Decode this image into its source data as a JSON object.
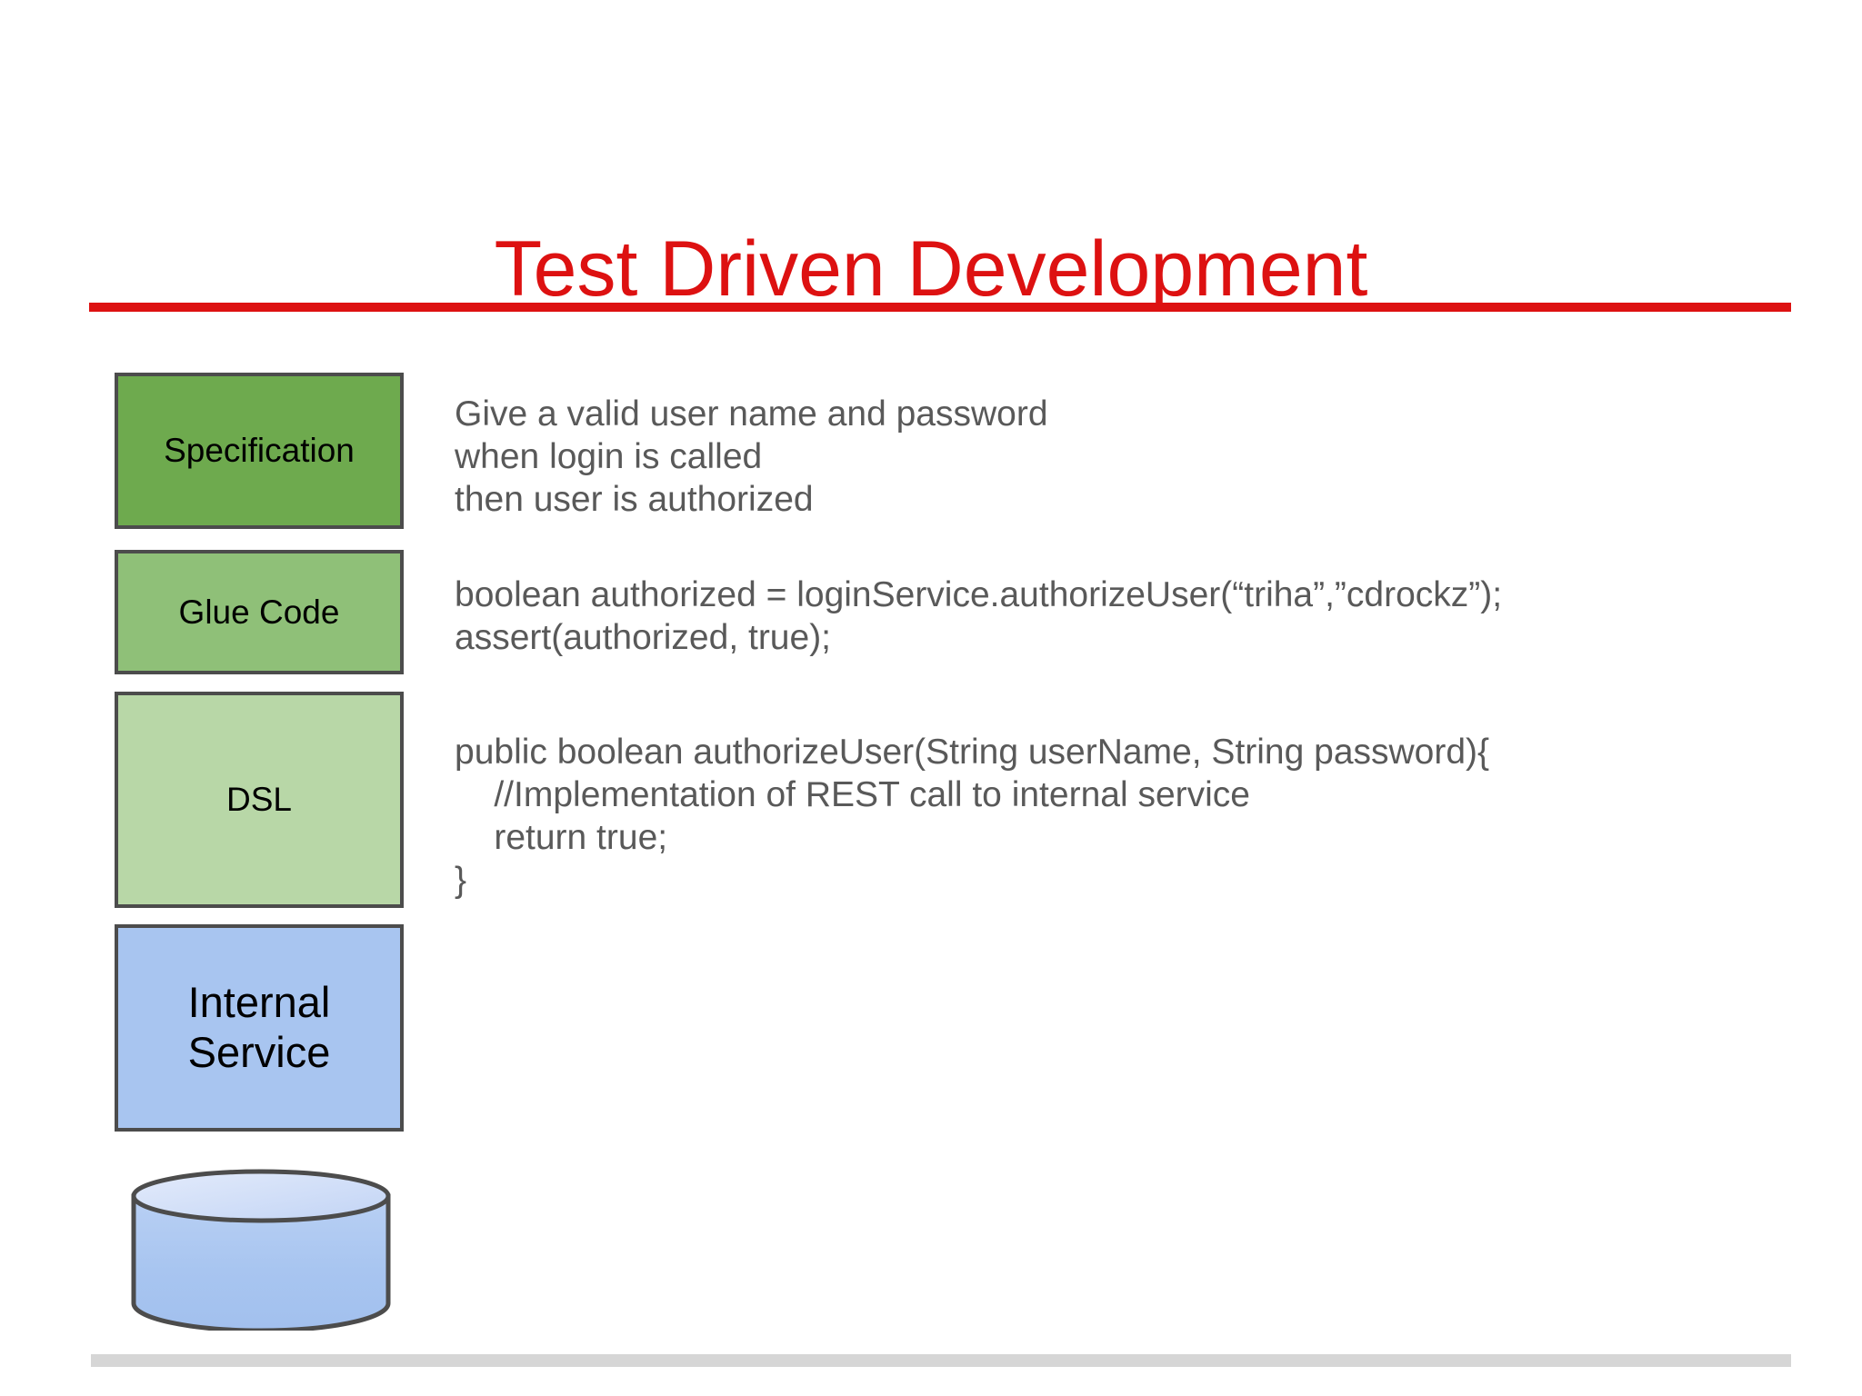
{
  "slide": {
    "title": "Test Driven Development",
    "accent_color": "#DD1111",
    "footer_bar_color": "#D6D6D6"
  },
  "layers": [
    {
      "name": "specification",
      "label": "Specification",
      "fill": "#6EAA4E",
      "stroke": "#4C4C4C",
      "text": "Give a valid user name and password\nwhen login is called\nthen user is authorized"
    },
    {
      "name": "glue-code",
      "label": "Glue Code",
      "fill": "#8FC078",
      "stroke": "#4C4C4C",
      "text": "boolean authorized = loginService.authorizeUser(“triha”,”cdrockz”);\nassert(authorized, true);"
    },
    {
      "name": "dsl",
      "label": "DSL",
      "fill": "#B8D7A7",
      "stroke": "#4C4C4C",
      "text": "public boolean authorizeUser(String userName, String password){\n    //Implementation of REST call to internal service\n    return true;\n}"
    },
    {
      "name": "internal-service",
      "label": "Internal\nService",
      "fill": "#A8C5F0",
      "stroke": "#4C4C4C",
      "text": ""
    }
  ],
  "database": {
    "name": "database-cylinder",
    "fill_top": "#CFDDF7",
    "fill_body": "#A8C5F0",
    "stroke": "#4C4C4C"
  }
}
